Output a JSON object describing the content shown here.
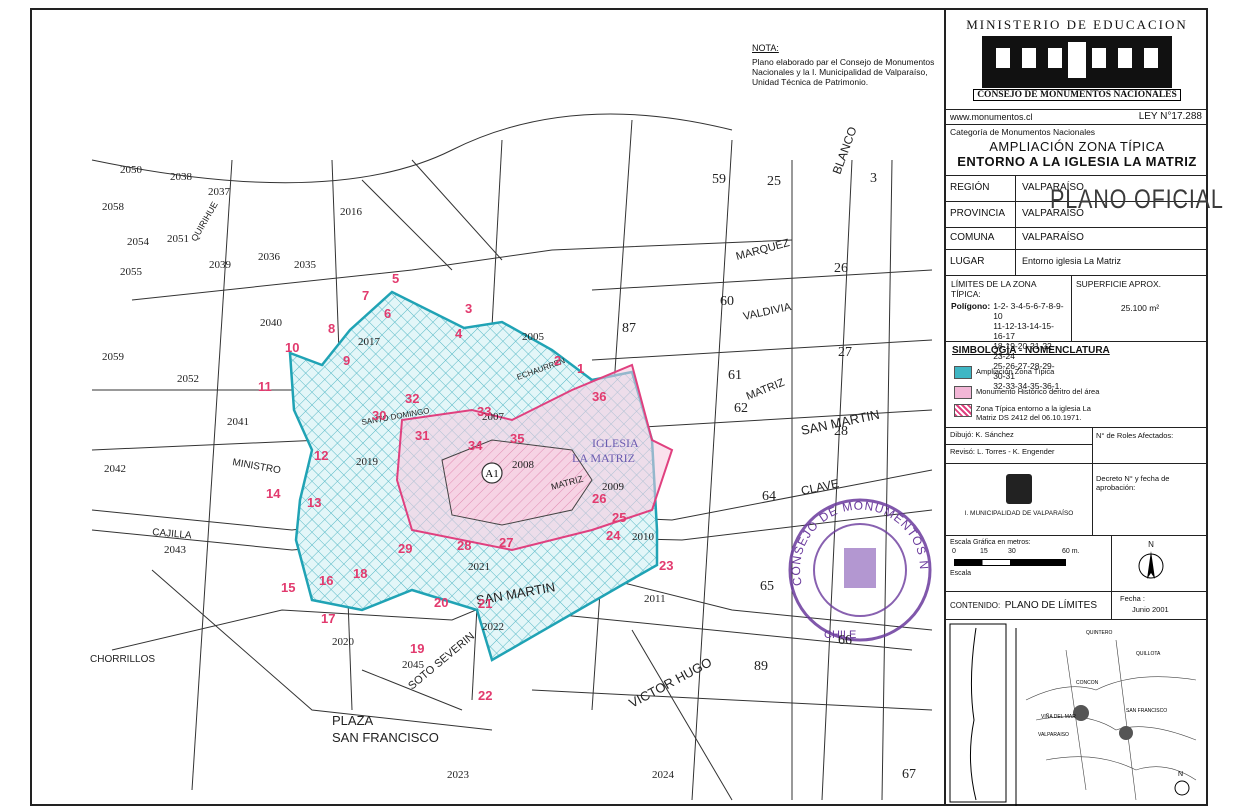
{
  "nota": {
    "title": "NOTA:",
    "text": "Plano elaborado par el Consejo de Monumentos Nacionales y la I. Municipalidad de Valparaíso, Unidad Técnica de Patrimonio."
  },
  "panel": {
    "ministerio": "MINISTERIO DE EDUCACION",
    "consejo": "CONSEJO DE MONUMENTOS NACIONALES",
    "web": "www.monumentos.cl",
    "ley": "LEY N°17.288",
    "categoria": "Categoría de Monumentos Nacionales",
    "title1": "AMPLIACIÓN ZONA TÍPICA",
    "title2": "ENTORNO A LA IGLESIA LA MATRIZ",
    "region_k": "REGIÓN",
    "region_v": "VALPARAÍSO",
    "provincia_k": "PROVINCIA",
    "provincia_v": "VALPARAÍSO",
    "comuna_k": "COMUNA",
    "comuna_v": "VALPARAÍSO",
    "lugar_k": "LUGAR",
    "lugar_v": "Entorno iglesia La Matriz",
    "plano_oficial": "PLANO OFICIAL",
    "limites_title": "LÍMITES DE LA ZONA TÍPICA:",
    "poligono_label": "Polígono:",
    "poligono_lines": [
      "1-2- 3-4-5-6-7-8-9-10",
      "11-12-13-14-15-16-17",
      "18-19-20-21-22-23-24",
      "25-26-27-28-29-30-31",
      "32-33-34-35-36-1."
    ],
    "superficie_title": "SUPERFICIE APROX.",
    "superficie_value": "25.100 m²",
    "simbologia": "SIMBOLOGÍA - NOMENCLATURA",
    "legend": [
      {
        "label": "Ampliación Zona Típica",
        "color": "#3fb6c4"
      },
      {
        "label": "Monumento Histórico dentro del área",
        "color": "#f2b6d6"
      },
      {
        "label": "Zona Típica entorno a la iglesia La Matriz DS 2412 del 06.10.1971.",
        "color": "#e0407f"
      }
    ],
    "dibujo": "Dibujó: K. Sánchez",
    "reviso": "Revisó: L. Torres - K. Engender",
    "roles": "N° de Roles Afectados:",
    "decreto": "Decreto N° y fecha de aprobación:",
    "municipalidad": "I. MUNICIPALIDAD DE VALPARAÍSO",
    "escala_title": "Escala Gráfica en metros:",
    "escala_ticks": [
      "0",
      "15",
      "30",
      "60 m."
    ],
    "escala_word": "Escala",
    "north": "N",
    "contenido_label": "CONTENIDO:",
    "contenido_value": "PLANO DE LÍMITES",
    "fecha_label": "Fecha :",
    "fecha_value": "Junio 2001"
  },
  "map": {
    "streets": [
      "BLANCO",
      "MARQUEZ",
      "VALDIVIA",
      "MATRIZ",
      "SAN MARTIN",
      "CLAVE",
      "CAJILLA",
      "MINISTRO",
      "PLAZA",
      "SAN FRANCISCO",
      "VICTOR HUGO",
      "CHORRILLOS",
      "ECHAURREN",
      "QUIRIHUE",
      "SANTO DOMINGO",
      "MATRIZ",
      "SAN MARTIN",
      "SOTO SEVERIN"
    ],
    "church_label_1": "IGLESIA",
    "church_label_2": "LA MATRIZ",
    "mh_label": "A1",
    "block_numbers": [
      "2050",
      "2038",
      "2037",
      "2058",
      "2054",
      "2051",
      "2055",
      "2039",
      "2036",
      "2035",
      "2040",
      "2059",
      "2052",
      "2041",
      "2042",
      "2043",
      "2017",
      "2005",
      "2007",
      "2008",
      "2019",
      "2009",
      "2010",
      "2021",
      "2022",
      "2020",
      "2045",
      "2023",
      "2024",
      "2011",
      "2016",
      "59",
      "25",
      "3",
      "60",
      "87",
      "26",
      "27",
      "61",
      "62",
      "28",
      "64",
      "65",
      "66",
      "89",
      "67"
    ],
    "vertex_numbers": [
      "1",
      "2",
      "3",
      "4",
      "5",
      "6",
      "7",
      "8",
      "9",
      "10",
      "11",
      "12",
      "13",
      "14",
      "15",
      "16",
      "17",
      "18",
      "19",
      "20",
      "21",
      "22",
      "23",
      "24",
      "25",
      "26",
      "27",
      "28",
      "29",
      "30",
      "31",
      "32",
      "33",
      "34",
      "35",
      "36"
    ],
    "stamp_text": "CONSEJO DE MONUMENTOS NACIONALES",
    "stamp_country": "CHILE",
    "vertex_color": "#e23a6e",
    "zone_color": "#27a9ba",
    "zt_color": "#e0407f"
  },
  "minimap": {
    "labels": [
      "VALPARAISO",
      "QUILLOTA",
      "SAN FRANCISCO",
      "VIÑA DEL MAR",
      "CONCON",
      "QUINTERO",
      "N"
    ]
  }
}
